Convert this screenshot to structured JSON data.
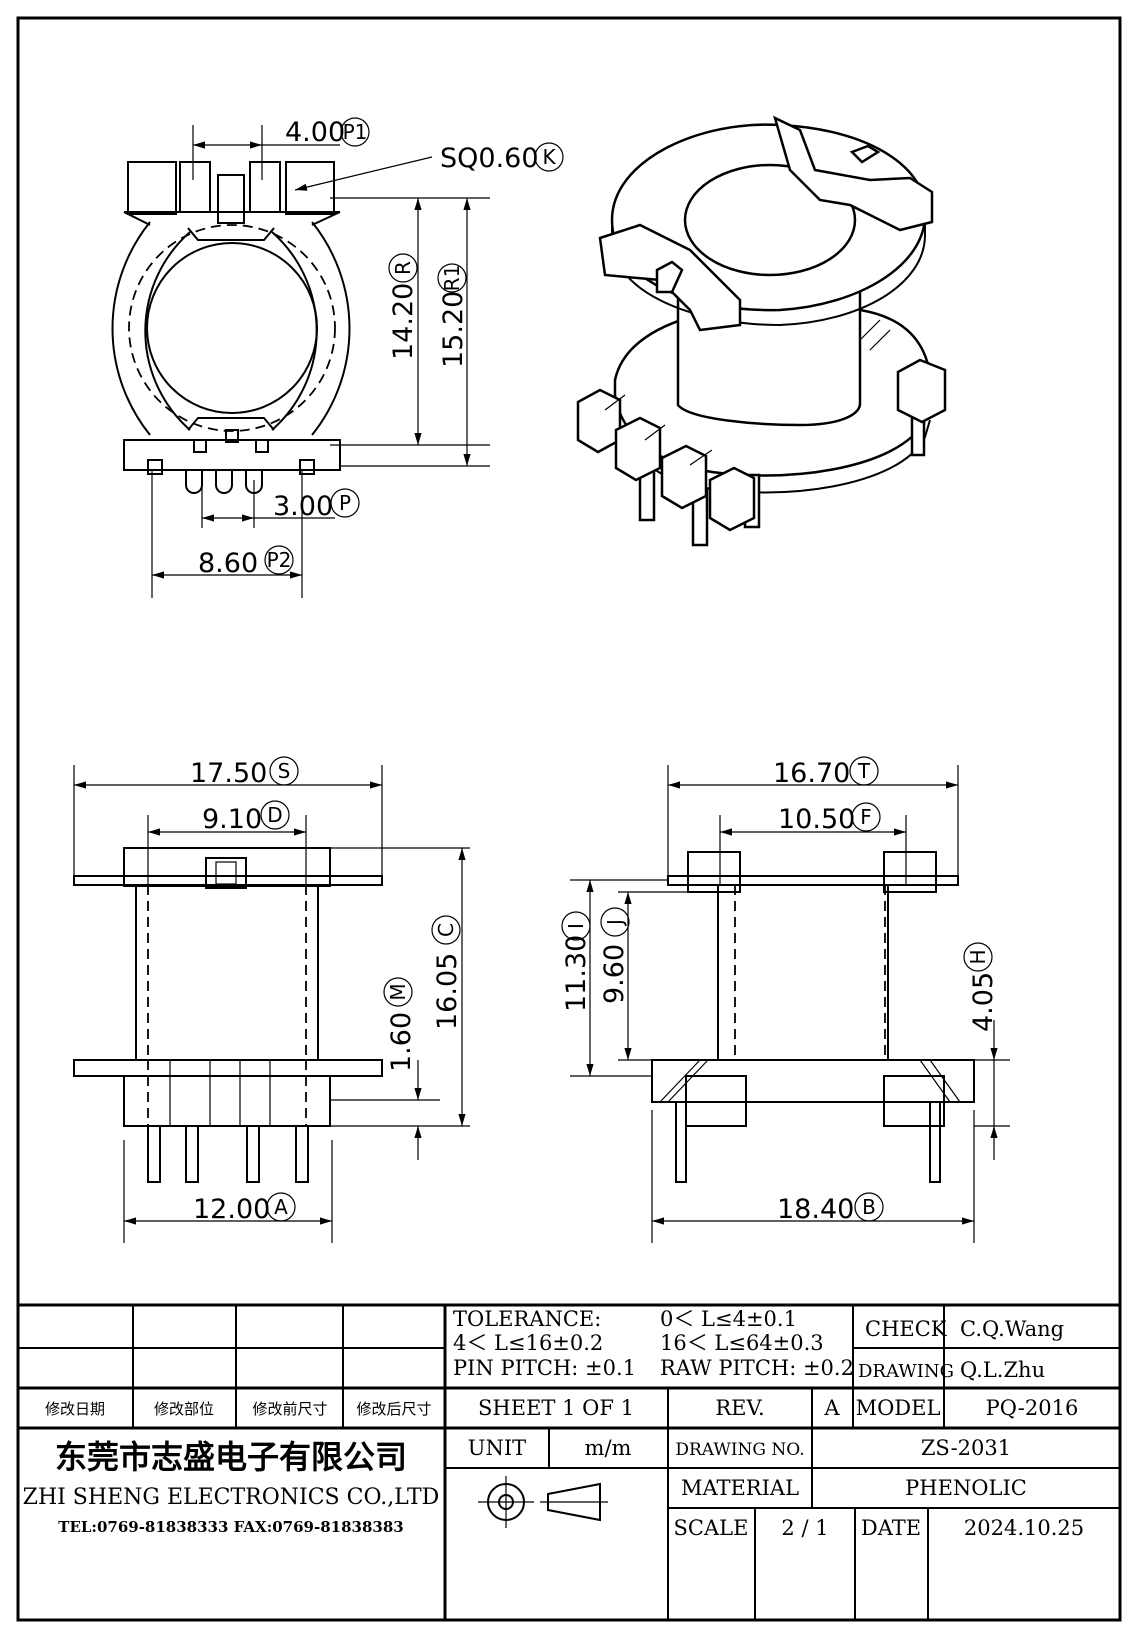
{
  "dimensions": {
    "p1": {
      "value": "4.00",
      "tag": "P1"
    },
    "k": {
      "value": "SQ0.60",
      "tag": "K"
    },
    "r": {
      "value": "14.20",
      "tag": "R"
    },
    "r1": {
      "value": "15.20",
      "tag": "R1"
    },
    "p": {
      "value": "3.00",
      "tag": "P"
    },
    "p2": {
      "value": "8.60",
      "tag": "P2"
    },
    "s": {
      "value": "17.50",
      "tag": "S"
    },
    "d": {
      "value": "9.10",
      "tag": "D"
    },
    "c": {
      "value": "16.05",
      "tag": "C"
    },
    "m": {
      "value": "1.60",
      "tag": "M"
    },
    "a": {
      "value": "12.00",
      "tag": "A"
    },
    "t": {
      "value": "16.70",
      "tag": "T"
    },
    "f": {
      "value": "10.50",
      "tag": "F"
    },
    "i": {
      "value": "11.30",
      "tag": "I"
    },
    "j": {
      "value": "9.60",
      "tag": "J"
    },
    "h": {
      "value": "4.05",
      "tag": "H"
    },
    "b": {
      "value": "18.40",
      "tag": "B"
    }
  },
  "title_block": {
    "tolerance_label": "TOLERANCE:",
    "tol1": "0＜ L≤4±0.1",
    "tol2": "4＜ L≤16±0.2",
    "tol3": "16＜ L≤64±0.3",
    "pin_pitch": "PIN  PITCH: ±0.1",
    "raw_pitch": "RAW  PITCH: ±0.2",
    "check_label": "CHECK",
    "check_value": "C.Q.Wang",
    "drawing_label": "DRAWING",
    "drawing_value": "Q.L.Zhu",
    "rev_headers": [
      "修改日期",
      "修改部位",
      "修改前尺寸",
      "修改后尺寸"
    ],
    "sheet": "SHEET  1  OF  1",
    "rev_label": "REV.",
    "rev_value": "A",
    "model_label": "MODEL",
    "model_value": "PQ-2016",
    "company_cn": "东莞市志盛电子有限公司",
    "company_en": "ZHI SHENG  ELECTRONICS CO.,LTD",
    "contact": "TEL:0769-81838333 FAX:0769-81838383",
    "unit_label": "UNIT",
    "unit_value": "m/m",
    "drawing_no_label": "DRAWING  NO.",
    "drawing_no_value": "ZS-2031",
    "material_label": "MATERIAL",
    "material_value": "PHENOLIC",
    "scale_label": "SCALE",
    "scale_value": "2  /  1",
    "date_label": "DATE",
    "date_value": "2024.10.25"
  }
}
